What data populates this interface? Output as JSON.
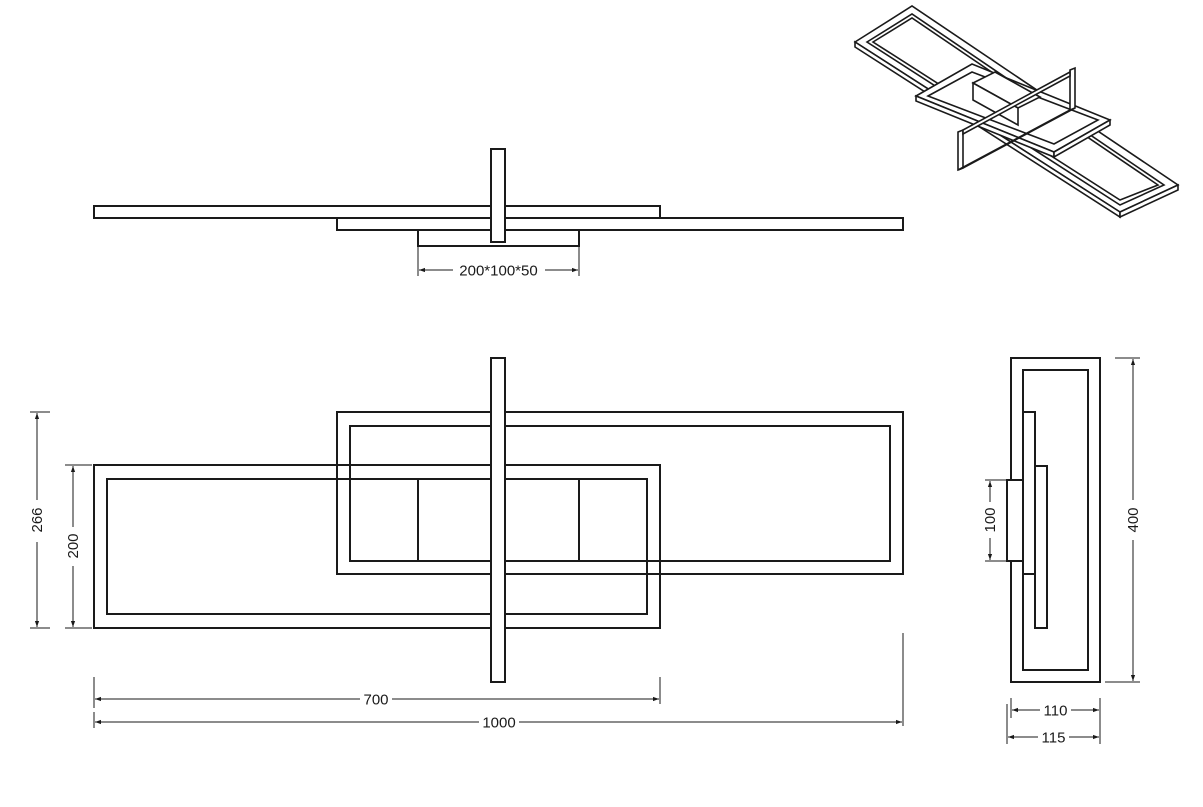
{
  "drawing": {
    "subject": "Ceiling light fixture with overlapping rectangular frames",
    "line_color": "#1a1a1a",
    "background": "#ffffff",
    "units": "mm"
  },
  "views": {
    "front_elevation": {
      "dimensions": {
        "canopy": "200*100*50"
      }
    },
    "plan_view": {
      "dimensions": {
        "overall_depth": "266",
        "frame_depth": "200",
        "frame_length": "700",
        "overall_length": "1000"
      }
    },
    "side_view": {
      "dimensions": {
        "canopy_height": "100",
        "overall_height": "400",
        "frame_width": "110",
        "overall_width": "115"
      }
    },
    "isometric_view": {
      "label": ""
    }
  }
}
